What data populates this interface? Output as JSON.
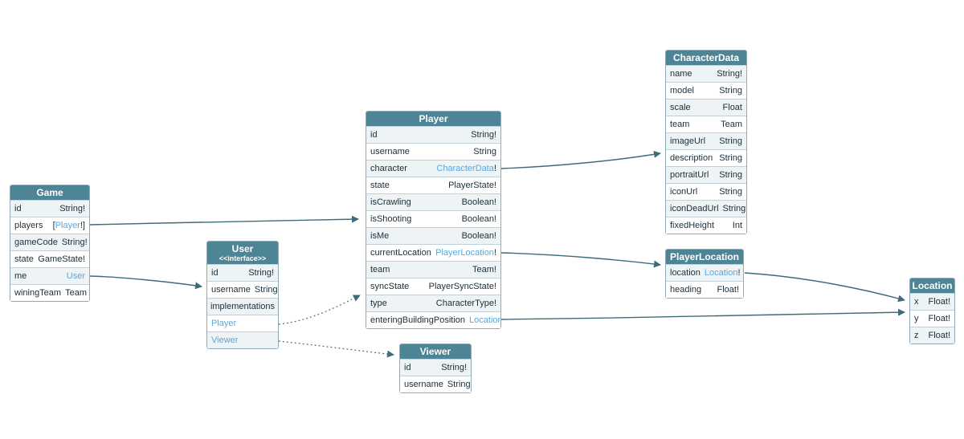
{
  "colors": {
    "header_bg": "#4e8596",
    "header_text": "#ffffff",
    "row_alt_bg": "#eef3f6",
    "row_bg": "#ffffff",
    "border": "#8fabb7",
    "type_link": "#57a8e0",
    "edge": "#3e6b7c"
  },
  "tables": [
    {
      "id": "game",
      "title": "Game",
      "rows": [
        {
          "name": "id",
          "type": "String!"
        },
        {
          "name": "players",
          "pre": "[",
          "link": "Player",
          "post": "!]"
        },
        {
          "name": "gameCode",
          "type": "String!"
        },
        {
          "name": "state",
          "type": "GameState!"
        },
        {
          "name": "me",
          "link": "User",
          "post": ""
        },
        {
          "name": "winingTeam",
          "type": "Team"
        }
      ]
    },
    {
      "id": "user",
      "title": "User",
      "subtitle": "<<interface>>",
      "rows": [
        {
          "name": "id",
          "type": "String!"
        },
        {
          "name": "username",
          "type": "String"
        },
        {
          "kind": "section",
          "text": "implementations"
        },
        {
          "kind": "link",
          "text": "Player"
        },
        {
          "kind": "link",
          "text": "Viewer"
        }
      ]
    },
    {
      "id": "player",
      "title": "Player",
      "rows": [
        {
          "name": "id",
          "type": "String!"
        },
        {
          "name": "username",
          "type": "String"
        },
        {
          "name": "character",
          "link": "CharacterData",
          "post": "!"
        },
        {
          "name": "state",
          "type": "PlayerState!"
        },
        {
          "name": "isCrawling",
          "type": "Boolean!"
        },
        {
          "name": "isShooting",
          "type": "Boolean!"
        },
        {
          "name": "isMe",
          "type": "Boolean!"
        },
        {
          "name": "currentLocation",
          "link": "PlayerLocation",
          "post": "!"
        },
        {
          "name": "team",
          "type": "Team!"
        },
        {
          "name": "syncState",
          "type": "PlayerSyncState!"
        },
        {
          "name": "type",
          "type": "CharacterType!"
        },
        {
          "name": "enteringBuildingPosition",
          "link": "Location",
          "post": ""
        }
      ]
    },
    {
      "id": "viewer",
      "title": "Viewer",
      "rows": [
        {
          "name": "id",
          "type": "String!"
        },
        {
          "name": "username",
          "type": "String"
        }
      ]
    },
    {
      "id": "characterdata",
      "title": "CharacterData",
      "rows": [
        {
          "name": "name",
          "type": "String!"
        },
        {
          "name": "model",
          "type": "String"
        },
        {
          "name": "scale",
          "type": "Float"
        },
        {
          "name": "team",
          "type": "Team"
        },
        {
          "name": "imageUrl",
          "type": "String"
        },
        {
          "name": "description",
          "type": "String"
        },
        {
          "name": "portraitUrl",
          "type": "String"
        },
        {
          "name": "iconUrl",
          "type": "String"
        },
        {
          "name": "iconDeadUrl",
          "type": "String"
        },
        {
          "name": "fixedHeight",
          "type": "Int"
        }
      ]
    },
    {
      "id": "playerlocation",
      "title": "PlayerLocation",
      "rows": [
        {
          "name": "location",
          "link": "Location",
          "post": "!"
        },
        {
          "name": "heading",
          "type": "Float!"
        }
      ]
    },
    {
      "id": "location",
      "title": "Location",
      "rows": [
        {
          "name": "x",
          "type": "Float!"
        },
        {
          "name": "y",
          "type": "Float!"
        },
        {
          "name": "z",
          "type": "Float!"
        }
      ]
    }
  ],
  "edges": [
    {
      "id": "game-players-to-player",
      "from": "Game.players",
      "to": "Player",
      "style": "solid"
    },
    {
      "id": "game-me-to-user",
      "from": "Game.me",
      "to": "User",
      "style": "solid"
    },
    {
      "id": "player-character-to-characterdata",
      "from": "Player.character",
      "to": "CharacterData",
      "style": "solid"
    },
    {
      "id": "player-currentlocation-to-playerlocation",
      "from": "Player.currentLocation",
      "to": "PlayerLocation",
      "style": "solid"
    },
    {
      "id": "player-enteringbuildingposition-to-location",
      "from": "Player.enteringBuildingPosition",
      "to": "Location",
      "style": "solid"
    },
    {
      "id": "playerlocation-location-to-location",
      "from": "PlayerLocation.location",
      "to": "Location",
      "style": "solid"
    },
    {
      "id": "user-implementation-player",
      "from": "User.Player",
      "to": "Player",
      "style": "dotted"
    },
    {
      "id": "user-implementation-viewer",
      "from": "User.Viewer",
      "to": "Viewer",
      "style": "dotted"
    }
  ]
}
